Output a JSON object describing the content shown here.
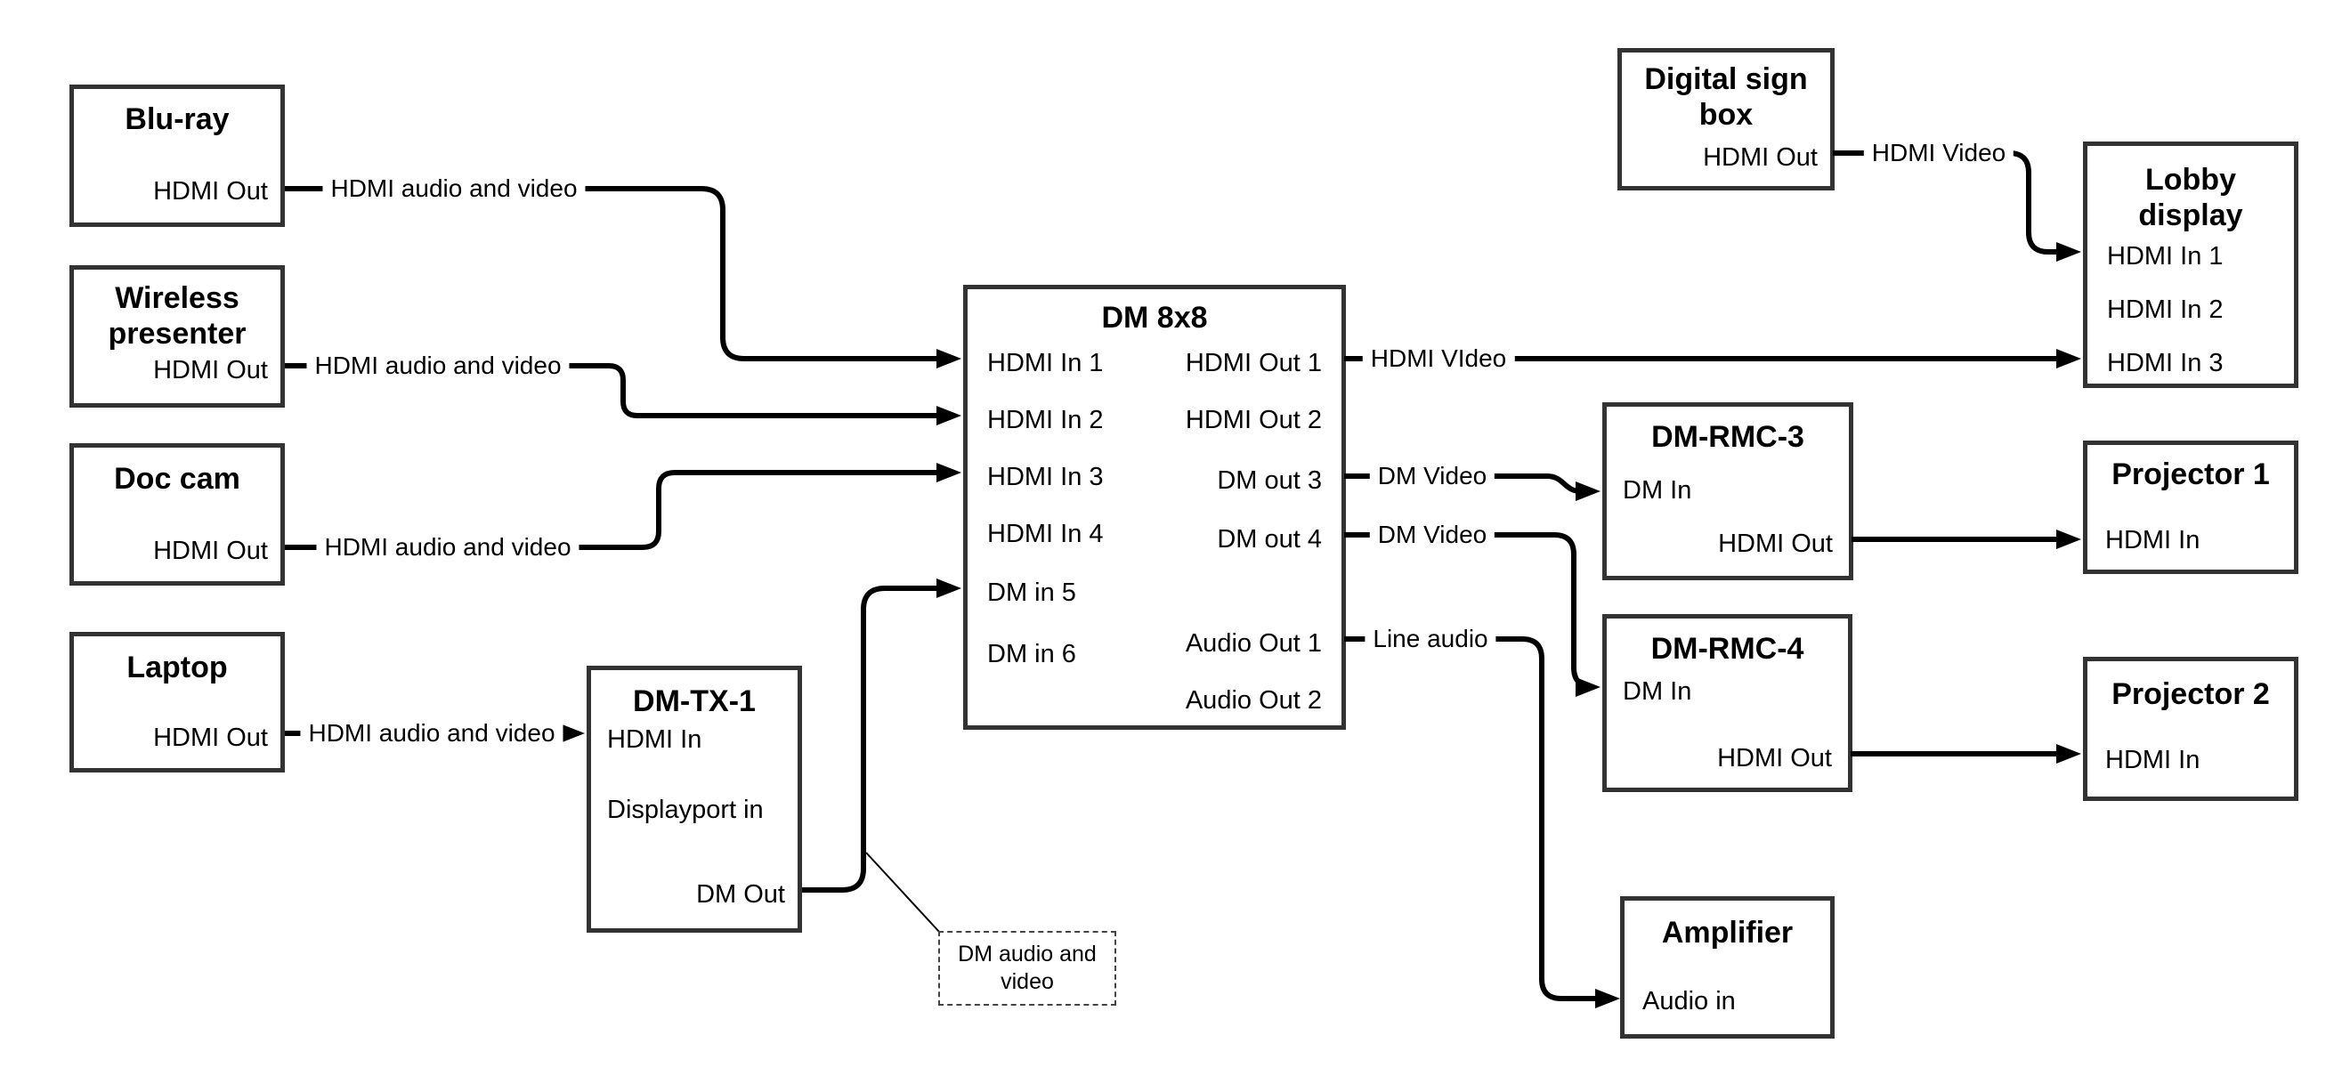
{
  "colors": {
    "line": "#000000",
    "box_border": "#333333",
    "background": "#ffffff",
    "text": "#000000"
  },
  "boxes": {
    "bluray": {
      "title": "Blu-ray",
      "ports": {
        "hdmi_out": "HDMI Out"
      }
    },
    "wireless_presenter": {
      "title": "Wireless\npresenter",
      "ports": {
        "hdmi_out": "HDMI Out"
      }
    },
    "doc_cam": {
      "title": "Doc cam",
      "ports": {
        "hdmi_out": "HDMI Out"
      }
    },
    "laptop": {
      "title": "Laptop",
      "ports": {
        "hdmi_out": "HDMI Out"
      }
    },
    "dm_tx_1": {
      "title": "DM-TX-1",
      "ports": {
        "hdmi_in": "HDMI In",
        "displayport_in": "Displayport in",
        "dm_out": "DM Out"
      }
    },
    "dm_8x8": {
      "title": "DM 8x8",
      "ports": {
        "hdmi_in_1": "HDMI In 1",
        "hdmi_in_2": "HDMI In 2",
        "hdmi_in_3": "HDMI In 3",
        "hdmi_in_4": "HDMI In 4",
        "dm_in_5": "DM in 5",
        "dm_in_6": "DM in 6",
        "hdmi_out_1": "HDMI Out 1",
        "hdmi_out_2": "HDMI Out 2",
        "dm_out_3": "DM out 3",
        "dm_out_4": "DM out 4",
        "audio_out_1": "Audio Out 1",
        "audio_out_2": "Audio Out 2"
      }
    },
    "digital_sign_box": {
      "title": "Digital sign\nbox",
      "ports": {
        "hdmi_out": "HDMI Out"
      }
    },
    "lobby_display": {
      "title": "Lobby\ndisplay",
      "ports": {
        "hdmi_in_1": "HDMI In 1",
        "hdmi_in_2": "HDMI In 2",
        "hdmi_in_3": "HDMI In 3"
      }
    },
    "dm_rmc_3": {
      "title": "DM-RMC-3",
      "ports": {
        "dm_in": "DM In",
        "hdmi_out": "HDMI Out"
      }
    },
    "projector_1": {
      "title": "Projector 1",
      "ports": {
        "hdmi_in": "HDMI In"
      }
    },
    "dm_rmc_4": {
      "title": "DM-RMC-4",
      "ports": {
        "dm_in": "DM In",
        "hdmi_out": "HDMI Out"
      }
    },
    "projector_2": {
      "title": "Projector 2",
      "ports": {
        "hdmi_in": "HDMI In"
      }
    },
    "amplifier": {
      "title": "Amplifier",
      "ports": {
        "audio_in": "Audio in"
      }
    }
  },
  "edge_labels": {
    "bluray_line": "HDMI audio and video",
    "wireless_line": "HDMI audio and video",
    "doccam_line": "HDMI audio and video",
    "laptop_line": "HDMI audio and video",
    "hdmi_out_1_line": "HDMI VIdeo",
    "digital_sign_line": "HDMI Video",
    "dm_out_3_line": "DM Video",
    "dm_out_4_line": "DM Video",
    "audio_out_1_line": "Line audio"
  },
  "annotations": {
    "dm_av_callout": "DM audio and\nvideo"
  }
}
